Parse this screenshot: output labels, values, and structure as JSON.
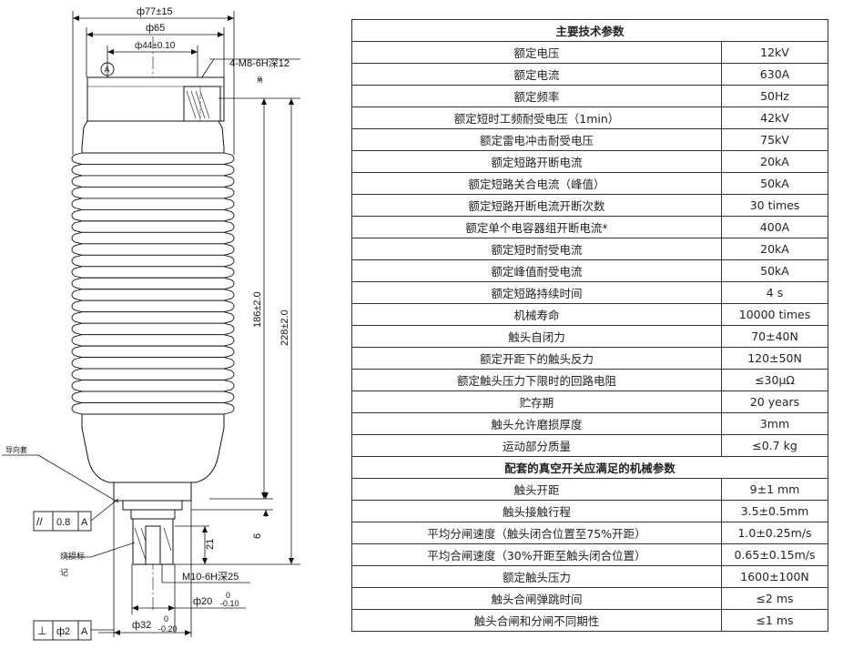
{
  "drawing": {
    "dims": {
      "outer_dia": "ф77±15",
      "flange_dia": "ф65",
      "bore_dia": "ф44±0.10",
      "thread_top": "4-M8-6H深12",
      "height_186": "186±2.0",
      "height_228": "228±2.0",
      "dim_6": "6",
      "dim_21": "21",
      "thread_bottom": "M10-6H深25",
      "shaft_dia": "ф20",
      "shaft_dia_tol_up": "0",
      "shaft_dia_tol_dn": "-0.10",
      "base_dia": "ф32",
      "base_dia_tol_up": "0",
      "base_dia_tol_dn": "-0.20"
    },
    "labels": {
      "guide_sleeve": "导向套",
      "datum_top": "A",
      "wear_mark_line1": "烧损标",
      "wear_mark_line2": "记",
      "side_note": "角"
    },
    "tolerance_frames": {
      "parallel": {
        "symbol": "//",
        "value": "0.8",
        "datum": "A"
      },
      "perpendicular": {
        "symbol": "⊥",
        "value": "ф2",
        "datum": "A"
      }
    }
  },
  "spec_table": {
    "header1": "主要技术参数",
    "rows1": [
      {
        "param": "额定电压",
        "value": "12kV"
      },
      {
        "param": "额定电流",
        "value": "630A"
      },
      {
        "param": "额定频率",
        "value": "50Hz"
      },
      {
        "param": "额定短时工频耐受电压（1min）",
        "value": "42kV"
      },
      {
        "param": "额定雷电冲击耐受电压",
        "value": "75kV"
      },
      {
        "param": "额定短路开断电流",
        "value": "20kA"
      },
      {
        "param": "额定短路关合电流（峰值）",
        "value": "50kA"
      },
      {
        "param": "额定短路开断电流开断次数",
        "value": "30 times"
      },
      {
        "param": "额定单个电容器组开断电流*",
        "value": "400A"
      },
      {
        "param": "额定短时耐受电流",
        "value": "20kA"
      },
      {
        "param": "额定峰值耐受电流",
        "value": "50kA"
      },
      {
        "param": "额定短路持续时间",
        "value": "4 s"
      },
      {
        "param": "机械寿命",
        "value": "10000 times"
      },
      {
        "param": "触头自闭力",
        "value": "70±40N"
      },
      {
        "param": "额定开距下的触头反力",
        "value": "120±50N"
      },
      {
        "param": "额定触头压力下限时的回路电阻",
        "value": "≤30μΩ"
      },
      {
        "param": "贮存期",
        "value": "20 years"
      },
      {
        "param": "触头允许磨损厚度",
        "value": "3mm"
      },
      {
        "param": "运动部分质量",
        "value": "≤0.7 kg"
      }
    ],
    "header2": "配套的真空开关应满足的机械参数",
    "rows2": [
      {
        "param": "触头开距",
        "value": "9±1 mm"
      },
      {
        "param": "触头接触行程",
        "value": "3.5±0.5mm"
      },
      {
        "param": "平均分闸速度（触头闭合位置至75%开距）",
        "value": "1.0±0.25m/s"
      },
      {
        "param": "平均合闸速度（30%开距至触头闭合位置）",
        "value": "0.65±0.15m/s"
      },
      {
        "param": "额定触头压力",
        "value": "1600±100N"
      },
      {
        "param": "触头合闸弹跳时间",
        "value": "≤2 ms"
      },
      {
        "param": "触头合闸和分闸不同期性",
        "value": "≤1 ms"
      }
    ]
  }
}
